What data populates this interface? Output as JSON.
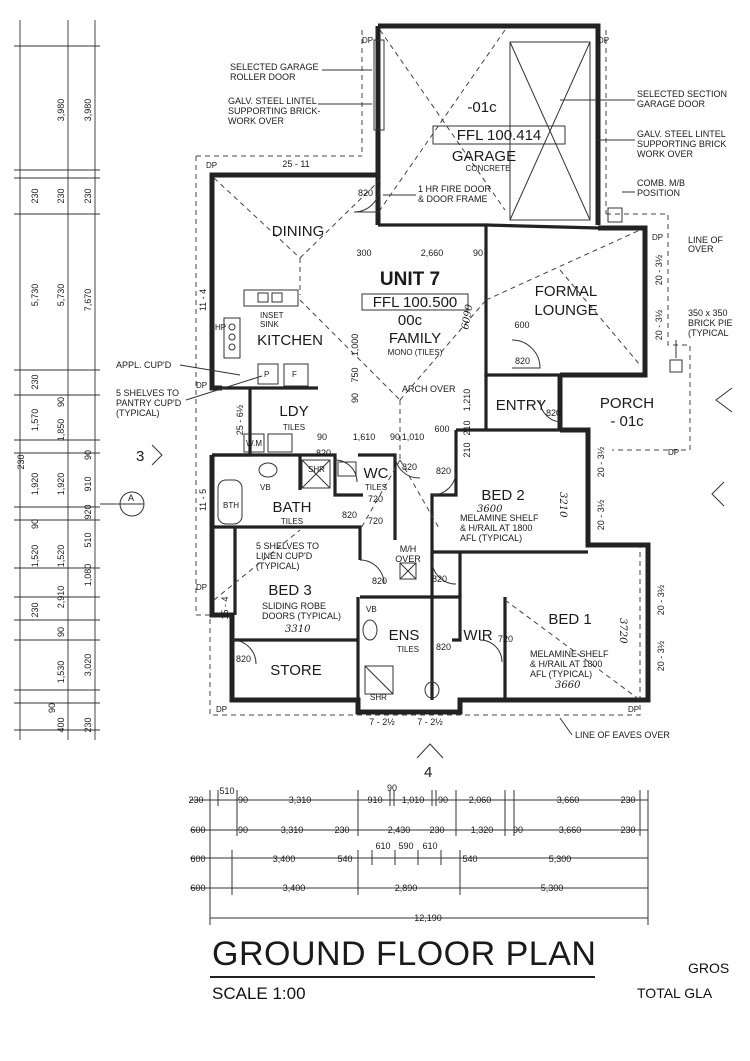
{
  "plan": {
    "title": "GROUND FLOOR PLAN",
    "scale": "SCALE 1:",
    "scale_tail": "00",
    "partial_gross": "GROS",
    "partial_total": "TOTAL GLA"
  },
  "unit": {
    "name": "UNIT 7",
    "ffl": "FFL 100.500",
    "code": "00c"
  },
  "rooms": {
    "garage": "GARAGE",
    "garage_code": "-01c",
    "garage_ffl": "FFL 100.414",
    "garage_floor": "CONCRETE",
    "dining": "DINING",
    "kitchen": "KITCHEN",
    "family": "FAMILY",
    "family_floor": "MONO (TILES)",
    "formal_lounge_1": "FORMAL",
    "formal_lounge_2": "LOUNGE",
    "entry": "ENTRY",
    "porch": "PORCH",
    "porch_code": "- 01c",
    "ldy": "LDY",
    "ldy_floor": "TILES",
    "bath": "BATH",
    "bath_floor": "TILES",
    "wc": "WC",
    "wc_floor": "TILES",
    "bed2": "BED 2",
    "bed3": "BED 3",
    "bed1": "BED 1",
    "store": "STORE",
    "ens": "ENS",
    "ens_floor": "TILES",
    "wir": "WIR",
    "mh_over_1": "M/H",
    "mh_over_2": "OVER"
  },
  "fixtures": {
    "inset_sink_1": "INSET",
    "inset_sink_2": "SINK",
    "hp": "HP",
    "p": "P",
    "f": "F",
    "wm": "W.M",
    "vb": "VB",
    "shr": "SHR",
    "bth": "BTH",
    "vb_ens": "VB",
    "shr_ens": "SHR",
    "dp": "DP"
  },
  "notes": {
    "garage_roller_1": "SELECTED GARAGE",
    "garage_roller_2": "ROLLER DOOR",
    "lintel_left_1": "GALV. STEEL LINTEL",
    "lintel_left_2": "SUPPORTING BRICK-",
    "lintel_left_3": "WORK OVER",
    "sectional_1": "SELECTED SECTION",
    "sectional_2": "GARAGE DOOR",
    "lintel_right_1": "GALV. STEEL LINTEL",
    "lintel_right_2": "SUPPORTING BRICK",
    "lintel_right_3": "WORK OVER",
    "fire_door_1": "1 HR FIRE DOOR",
    "fire_door_2": "& DOOR FRAME",
    "comb_mb_1": "COMB. M/B",
    "comb_mb_2": "POSITION",
    "line_of_right_1": "LINE OF",
    "line_of_right_2": "OVER",
    "brick_pier_1": "350 x 350",
    "brick_pier_2": "BRICK PIE",
    "brick_pier_3": "(TYPICAL",
    "appl_cupd": "APPL. CUP'D",
    "pantry_1": "5 SHELVES TO",
    "pantry_2": "PANTRY CUP'D",
    "pantry_3": "(TYPICAL)",
    "arch_over": "ARCH OVER",
    "bed2_shelf_1": "MELAMINE SHELF",
    "bed2_shelf_2": "& H/RAIL AT 1800",
    "bed2_shelf_3": "AFL (TYPICAL)",
    "linen_1": "5 SHELVES TO",
    "linen_2": "LINEN CUP'D",
    "linen_3": "(TYPICAL)",
    "robe_1": "SLIDING ROBE",
    "robe_2": "DOORS (TYPICAL)",
    "bed1_shelf_1": "MELAMINE SHELF",
    "bed1_shelf_2": "& H/RAIL AT 1800",
    "bed1_shelf_3": "AFL (TYPICAL)",
    "eaves": "LINE OF EAVES OVER"
  },
  "handwritten": {
    "bed2_width": "3210",
    "bed2_depth": "3600",
    "bed1_width": "3720",
    "bed1_depth": "3660",
    "bed3_depth": "3310",
    "family_width": "6090"
  },
  "markers": {
    "section_a": "A",
    "elev_3": "3",
    "elev_4": "4"
  },
  "dims_internal": {
    "dining_top": "25 - 11",
    "dining_side": "11 - 4",
    "ldy_side": "25 - 6½",
    "bath_side": "11 - 5",
    "bed3_side": "15 - 4",
    "right_top": "20 - 3½",
    "right_mid": "20 - 3½",
    "bed2_right_1": "20 - 3½",
    "bed2_right_2": "20 - 3½",
    "bed1_right_1": "20 - 3½",
    "bed1_right_2": "20 - 3½",
    "bottom_1": "7 - 2½",
    "bottom_2": "7 - 2½",
    "d300": "300",
    "d2660": "2,660",
    "d90a": "90",
    "d600a": "600",
    "d1000": "1,000",
    "d750": "750",
    "d90b": "90",
    "d1210": "1,210",
    "d210a": "210",
    "d90c": "90",
    "d1610": "1,610",
    "d90d": "90",
    "d1010": "1,010",
    "d600b": "600",
    "d210b": "210",
    "door820": "820",
    "door720": "720"
  },
  "dims_left": {
    "col1": [
      "3,980",
      "230",
      "5,730",
      "230",
      "1,570",
      "90",
      "1,920",
      "90",
      "1,520",
      "90",
      "2,910",
      "90",
      "1,530",
      "90",
      "400"
    ],
    "col2": [
      "3,980",
      "230",
      "7,670",
      "1,850",
      "910",
      "920",
      "510",
      "1,080",
      "3,020",
      "230"
    ],
    "col3": [
      "230",
      "90",
      "90",
      "90",
      "90",
      "90",
      "90",
      "230"
    ]
  },
  "dims_bottom": {
    "row1": [
      "230",
      "510",
      "90",
      "3,310",
      "910",
      "90",
      "1,010",
      "90",
      "2,060",
      "3,660",
      "230"
    ],
    "row2": [
      "600",
      "90",
      "3,310",
      "230",
      "2,430",
      "230",
      "1,320",
      "90",
      "3,660",
      "230"
    ],
    "row3": [
      "600",
      "3,400",
      "540",
      "610",
      "590",
      "610",
      "540",
      "5,300"
    ],
    "row4": [
      "600",
      "3,400",
      "2,890",
      "5,300"
    ],
    "overall": "12,190"
  }
}
